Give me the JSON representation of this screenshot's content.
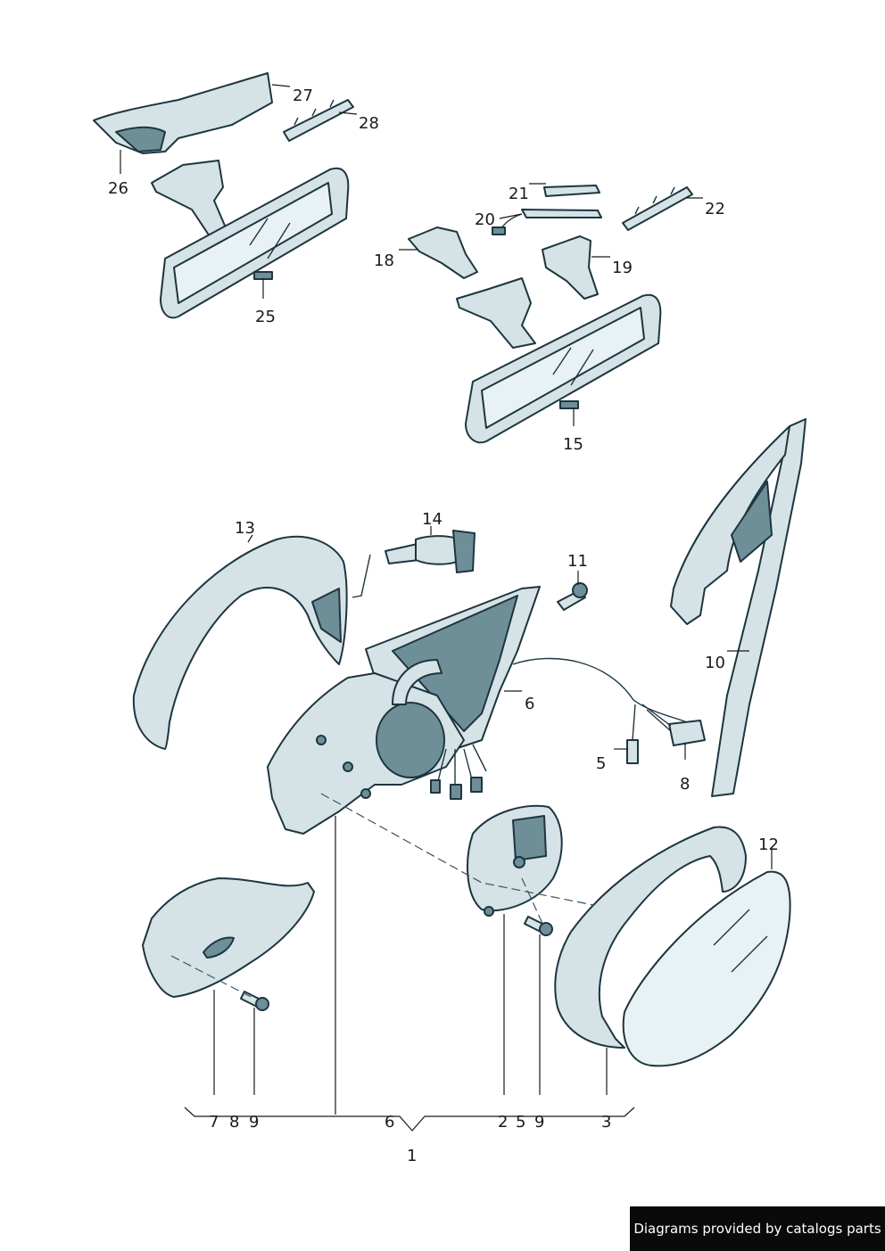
{
  "callouts": {
    "c1": "1",
    "c2": "2",
    "c3": "3",
    "c5": "5",
    "c5b": "5",
    "c6": "6",
    "c6b": "6",
    "c7": "7",
    "c8": "8",
    "c8b": "8",
    "c9": "9",
    "c9b": "9",
    "c10": "10",
    "c11": "11",
    "c12": "12",
    "c13": "13",
    "c14": "14",
    "c15": "15",
    "c18": "18",
    "c19": "19",
    "c20": "20",
    "c21": "21",
    "c22": "22",
    "c25": "25",
    "c26": "26",
    "c27": "27",
    "c28": "28"
  },
  "footer": {
    "credit": "Diagrams provided by catalogs parts"
  },
  "colors": {
    "part_fill": "#d5e3e6",
    "outline": "#1d3540",
    "credit_bg": "#0a0a0a"
  }
}
